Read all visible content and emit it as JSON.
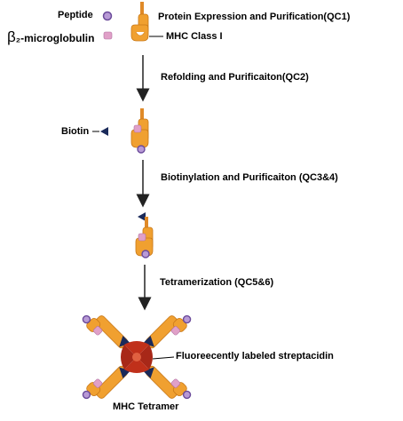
{
  "legend": {
    "peptide": "Peptide",
    "beta_symbol": "β",
    "b2m_suffix": "₂-microglobulin",
    "mhc_class": "MHC Class I",
    "biotin": "Biotin"
  },
  "steps": {
    "step1": "Protein Expression and Purification(QC1)",
    "step2": "Refolding and Purificaiton(QC2)",
    "step3": "Biotinylation and Purificaiton (QC3&4)",
    "step4": "Tetramerization (QC5&6)"
  },
  "tetramer": {
    "streptavidin_label": "Fluoreecently labeled streptacidin",
    "name": "MHC Tetramer"
  },
  "colors": {
    "mhc_orange": "#f0a030",
    "mhc_edge": "#c87818",
    "peptide_fill": "#b89ad6",
    "peptide_ring": "#6a4a9a",
    "b2m_fill": "#e0a0c8",
    "biotin_navy": "#1a2a5a",
    "streptavidin_red": "#c0301a"
  }
}
